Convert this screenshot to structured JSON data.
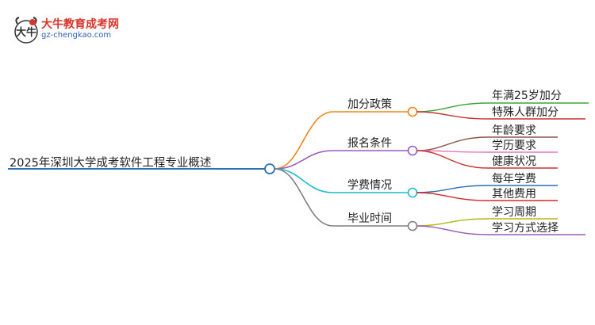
{
  "brand": {
    "name": "大牛教育成考网",
    "url": "gz-chengkao.com",
    "mascot_glyph": "大牛"
  },
  "root": {
    "label": "2025年深圳大学成考软件工程专业概述"
  },
  "branches": [
    {
      "label": "加分政策",
      "color": "#f0841c",
      "children": [
        {
          "label": "年满25岁加分",
          "color": "#3aa53a"
        },
        {
          "label": "特殊人群加分",
          "color": "#cc3333"
        }
      ]
    },
    {
      "label": "报名条件",
      "color": "#9b59b6",
      "children": [
        {
          "label": "年龄要求",
          "color": "#8b5a4a"
        },
        {
          "label": "学历要求",
          "color": "#e377c2"
        },
        {
          "label": "健康状况",
          "color": "#cc3333"
        }
      ]
    },
    {
      "label": "学费情况",
      "color": "#1bbcc9",
      "children": [
        {
          "label": "每年学费",
          "color": "#2c6fb5"
        },
        {
          "label": "其他费用",
          "color": "#d62728"
        }
      ]
    },
    {
      "label": "毕业时间",
      "color": "#7f7f7f",
      "children": [
        {
          "label": "学习周期",
          "color": "#b5b514"
        },
        {
          "label": "学习方式选择",
          "color": "#9b59b6"
        }
      ]
    }
  ],
  "root_line_color": "#2c6fb5"
}
